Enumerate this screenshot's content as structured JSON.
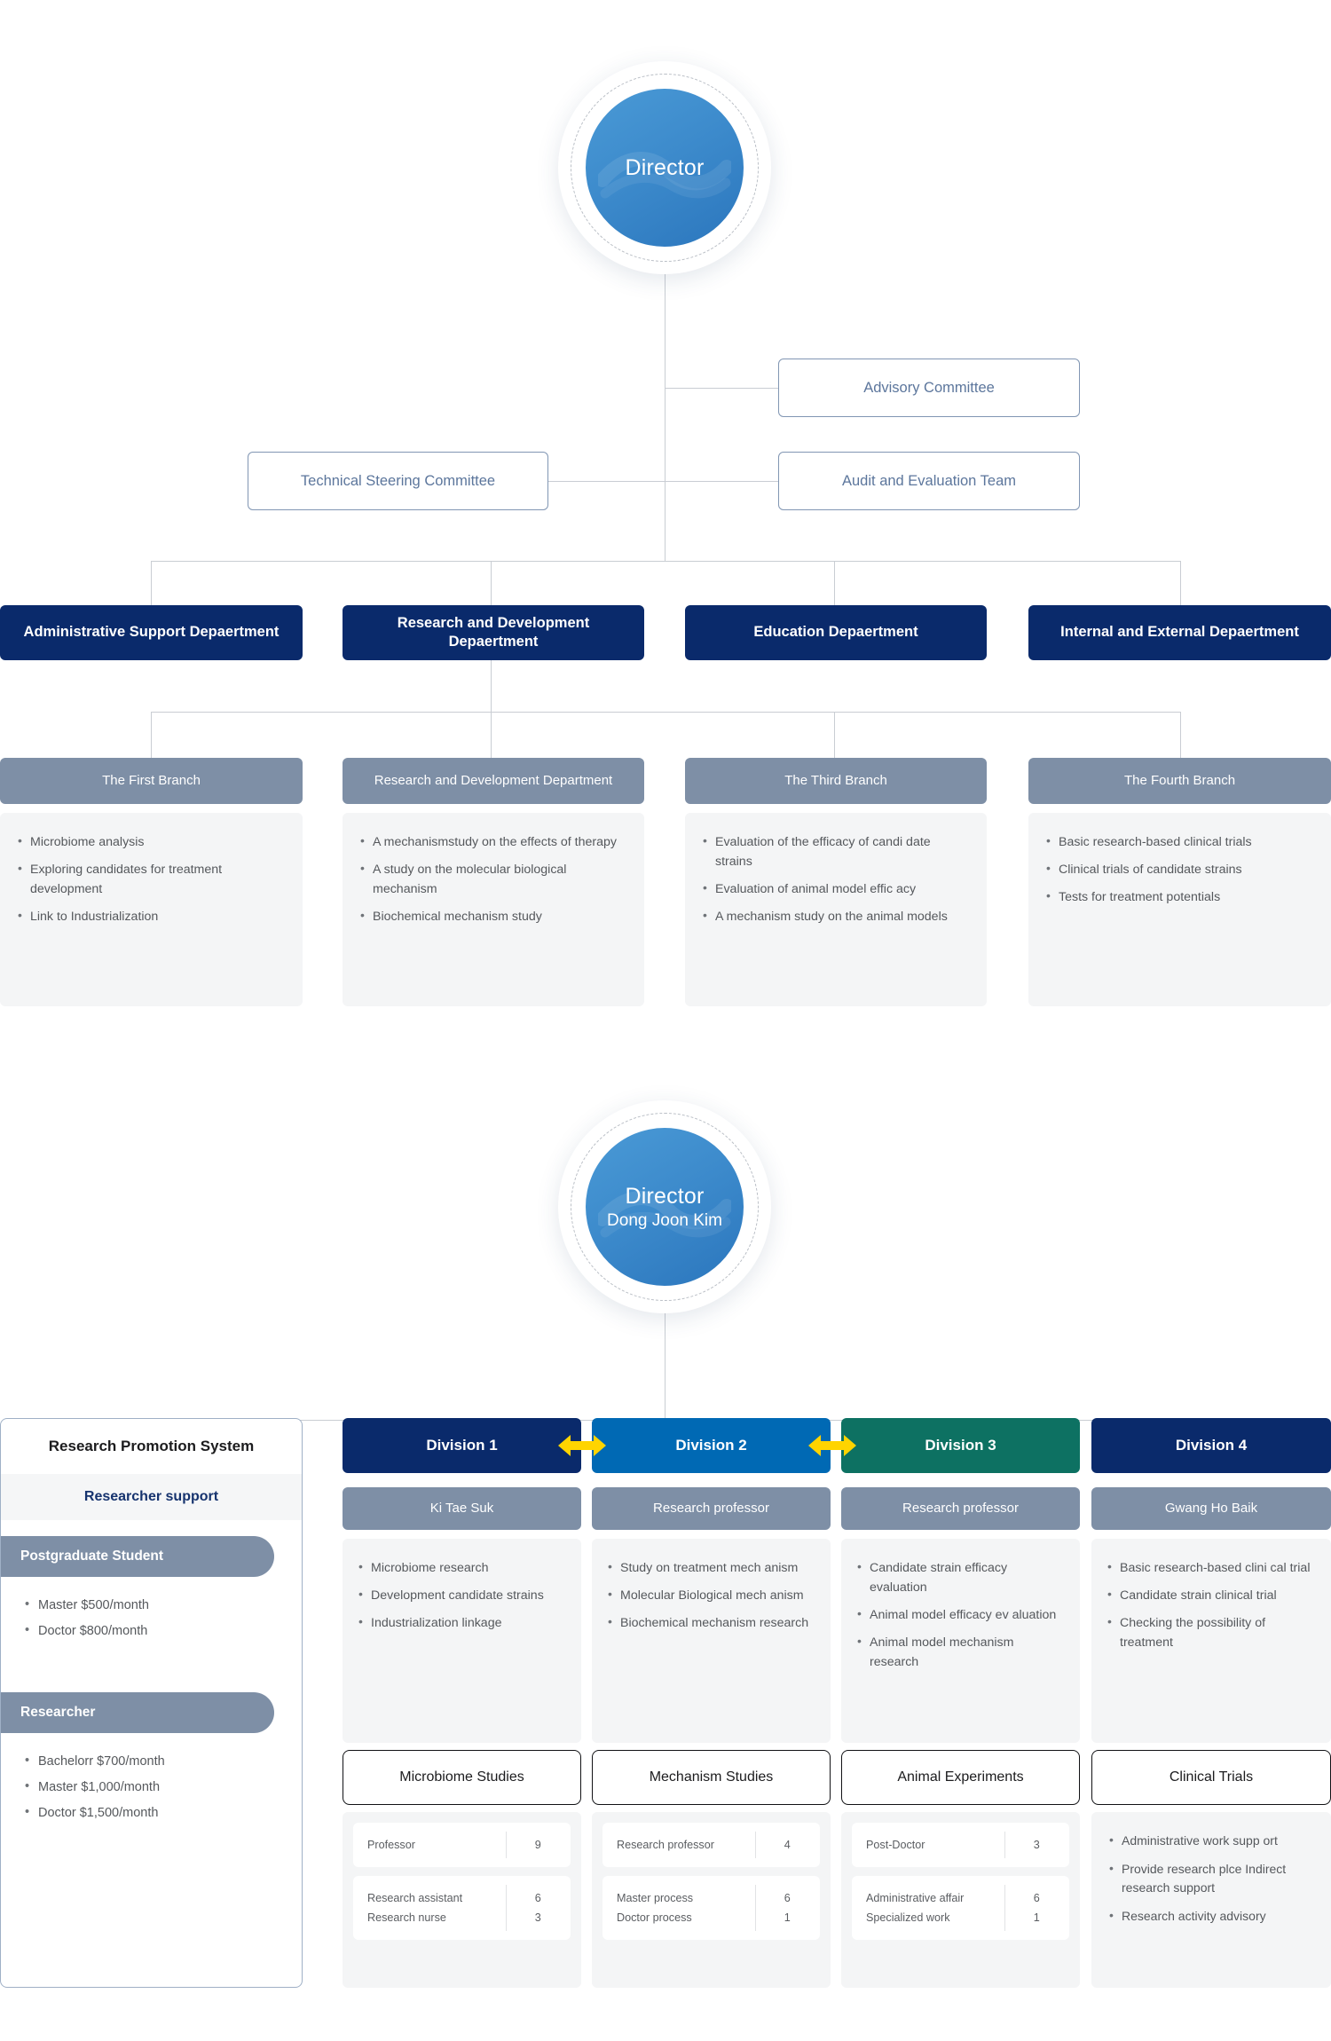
{
  "org_top": {
    "director": {
      "title": "Director",
      "name": ""
    },
    "committees": [
      {
        "label": "Advisory Committee"
      },
      {
        "label": "Technical Steering Committee"
      },
      {
        "label": "Audit and Evaluation Team"
      }
    ],
    "departments": [
      {
        "label": "Administrative Support Depaertment"
      },
      {
        "label": "Research and Development Depaertment"
      },
      {
        "label": "Education Depaertment"
      },
      {
        "label": "Internal and External Depaertment"
      }
    ],
    "branches": [
      {
        "header": "The First Branch",
        "items": [
          "Microbiome analysis",
          "Exploring candidates for treatment development",
          "Link to Industrialization"
        ]
      },
      {
        "header": "Research and Development Department",
        "items": [
          "A mechanismstudy on the effects of therapy",
          "A study on the molecular biological mechanism",
          "Biochemical mechanism study"
        ]
      },
      {
        "header": "The Third Branch",
        "items": [
          "Evaluation of the efficacy of candi date strains",
          "Evaluation of animal model effic acy",
          "A mechanism study on the animal models"
        ]
      },
      {
        "header": "The Fourth Branch",
        "items": [
          "Basic research-based clinical trials",
          "Clinical trials of candidate strains",
          "Tests for treatment potentials"
        ]
      }
    ]
  },
  "org_bottom": {
    "director": {
      "title": "Director",
      "name": "Dong Joon Kim"
    },
    "research_promotion": {
      "title": "Research Promotion System",
      "subtitle": "Researcher support",
      "groups": [
        {
          "label": "Postgraduate Student",
          "items": [
            "Master $500/month",
            "Doctor $800/month"
          ]
        },
        {
          "label": "Researcher",
          "items": [
            "Bachelorr $700/month",
            "Master $1,000/month",
            "Doctor $1,500/month"
          ]
        }
      ]
    },
    "divisions": [
      {
        "label": "Division 1",
        "color": "#0a2a6b",
        "lead": "Ki Tae Suk",
        "items": [
          "Microbiome research",
          "Development candidate strains",
          "Industrialization linkage"
        ],
        "study": {
          "title": "Microbiome Studies",
          "cards": [
            {
              "rows": [
                {
                  "key": "Professor",
                  "value": "9"
                }
              ]
            },
            {
              "rows": [
                {
                  "key": "Research assistant",
                  "value": "6"
                },
                {
                  "key": "Research nurse",
                  "value": "3"
                }
              ]
            }
          ]
        }
      },
      {
        "label": "Division 2",
        "color": "#0069b4",
        "lead": "Research professor",
        "items": [
          "Study on treatment mech anism",
          "Molecular Biological mech anism",
          "Biochemical mechanism research"
        ],
        "study": {
          "title": "Mechanism Studies",
          "cards": [
            {
              "rows": [
                {
                  "key": "Research professor",
                  "value": "4"
                }
              ]
            },
            {
              "rows": [
                {
                  "key": "Master process",
                  "value": "6"
                },
                {
                  "key": "Doctor process",
                  "value": "1"
                }
              ]
            }
          ]
        }
      },
      {
        "label": "Division 3",
        "color": "#0d7162",
        "lead": "Research professor",
        "items": [
          "Candidate strain efficacy evaluation",
          "Animal model efficacy ev aluation",
          "Animal model mechanism research"
        ],
        "study": {
          "title": "Animal Experiments",
          "cards": [
            {
              "rows": [
                {
                  "key": "Post-Doctor",
                  "value": "3"
                }
              ]
            },
            {
              "rows": [
                {
                  "key": "Administrative affair",
                  "value": "6"
                },
                {
                  "key": "Specialized work",
                  "value": "1"
                }
              ]
            }
          ]
        }
      },
      {
        "label": "Division 4",
        "color": "#0a2a6b",
        "lead": "Gwang Ho Baik",
        "items": [
          "Basic research-based clini cal trial",
          "Candidate strain clinical trial",
          "Checking the possibility of treatment"
        ],
        "study": {
          "title": "Clinical Trials",
          "bullets": [
            "Administrative work supp ort",
            "Provide research plce Indirect research support",
            "Research activity advisory"
          ]
        }
      }
    ],
    "arrows": {
      "icon": "double-arrow-icon",
      "color": "#FFD400"
    }
  }
}
